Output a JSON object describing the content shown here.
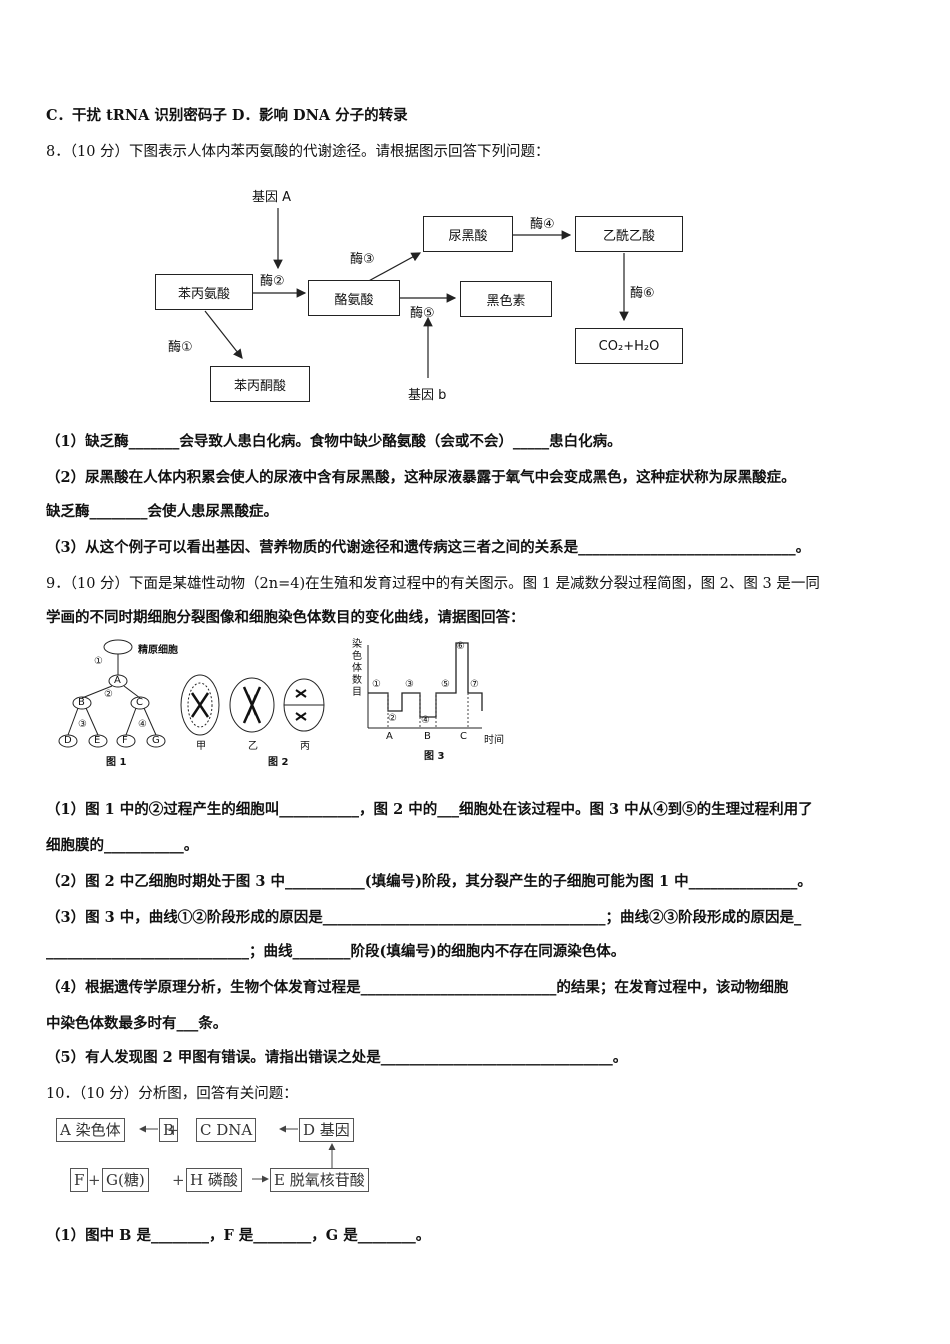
{
  "lines": {
    "l1": "C．干扰 tRNA 识别密码子    D．影响 DNA 分子的转录",
    "q8": "8．（10 分）下图表示人体内苯丙氨酸的代谢途径。请根据图示回答下列问题：",
    "q8_1": "（1）缺乏酶_______会导致人患白化病。食物中缺少酪氨酸（会或不会）_____患白化病。",
    "q8_2a": "（2）尿黑酸在人体内积累会使人的尿液中含有尿黑酸，这种尿液暴露于氧气中会变成黑色，这种症状称为尿黑酸症。",
    "q8_2b": "缺乏酶________会使人患尿黑酸症。",
    "q8_3": "（3）从这个例子可以看出基因、营养物质的代谢途径和遗传病这三者之间的关系是______________________________。",
    "q9a": "9．（10 分）下面是某雄性动物（2n=4)在生殖和发育过程中的有关图示。图 1 是减数分裂过程简图，图 2、图 3 是一同",
    "q9b": "学画的不同时期细胞分裂图像和细胞染色体数目的变化曲线，请据图回答：",
    "q9_1a": "（1）图 1 中的②过程产生的细胞叫___________，图 2 中的___细胞处在该过程中。图 3 中从④到⑤的生理过程利用了",
    "q9_1b": "细胞膜的___________。",
    "q9_2": "（2）图 2 中乙细胞时期处于图 3 中___________(填编号)阶段，其分裂产生的子细胞可能为图 1 中_______________。",
    "q9_3a": "（3）图 3 中，曲线①②阶段形成的原因是_______________________________________；曲线②③阶段形成的原因是_",
    "q9_3b": "____________________________；曲线________阶段(填编号)的细胞内不存在同源染色体。",
    "q9_4a": "（4）根据遗传学原理分析，生物个体发育过程是___________________________的结果；在发育过程中，该动物细胞",
    "q9_4b": "中染色体数最多时有___条。",
    "q9_5": "（5）有人发现图 2 甲图有错误。请指出错误之处是________________________________。",
    "q10": "10．（10 分）分析图，回答有关问题：",
    "q10_1": "（1）图中 B 是________，F 是________，G 是________。"
  },
  "diagram8": {
    "gene_a": "基因 A",
    "gene_b": "基因 b",
    "phe": "苯丙氨酸",
    "tyr": "酪氨酸",
    "hga": "尿黑酸",
    "maa": "乙酰乙酸",
    "mel": "黑色素",
    "ppa": "苯丙酮酸",
    "co2": "CO₂+H₂O",
    "e1": "酶①",
    "e2": "酶②",
    "e3": "酶③",
    "e4": "酶④",
    "e5": "酶⑤",
    "e6": "酶⑥"
  },
  "diagram9": {
    "jingyuan": "精原细胞",
    "n1": "①",
    "n2": "②",
    "n3": "③",
    "n4": "④",
    "cA": "A",
    "cB": "B",
    "cC": "C",
    "cD": "D",
    "cE": "E",
    "cF": "F",
    "cG": "G",
    "fig1": "图 1",
    "fig2": "图 2",
    "fig3": "图 3",
    "jia": "甲",
    "yi": "乙",
    "bing": "丙",
    "ylabel": "染色体数目",
    "xA": "A",
    "xB": "B",
    "xC": "C",
    "time": "时间",
    "s1": "①",
    "s2": "②",
    "s3": "③",
    "s4": "④",
    "s5": "⑤",
    "s6": "⑥",
    "s7": "⑦"
  },
  "diagram10": {
    "A": "A 染色体",
    "B": "B",
    "C": "C   DNA",
    "D": "D 基因",
    "F": "F",
    "G": "G(糖)",
    "H": "H 磷酸",
    "E": "E 脱氧核苷酸"
  }
}
